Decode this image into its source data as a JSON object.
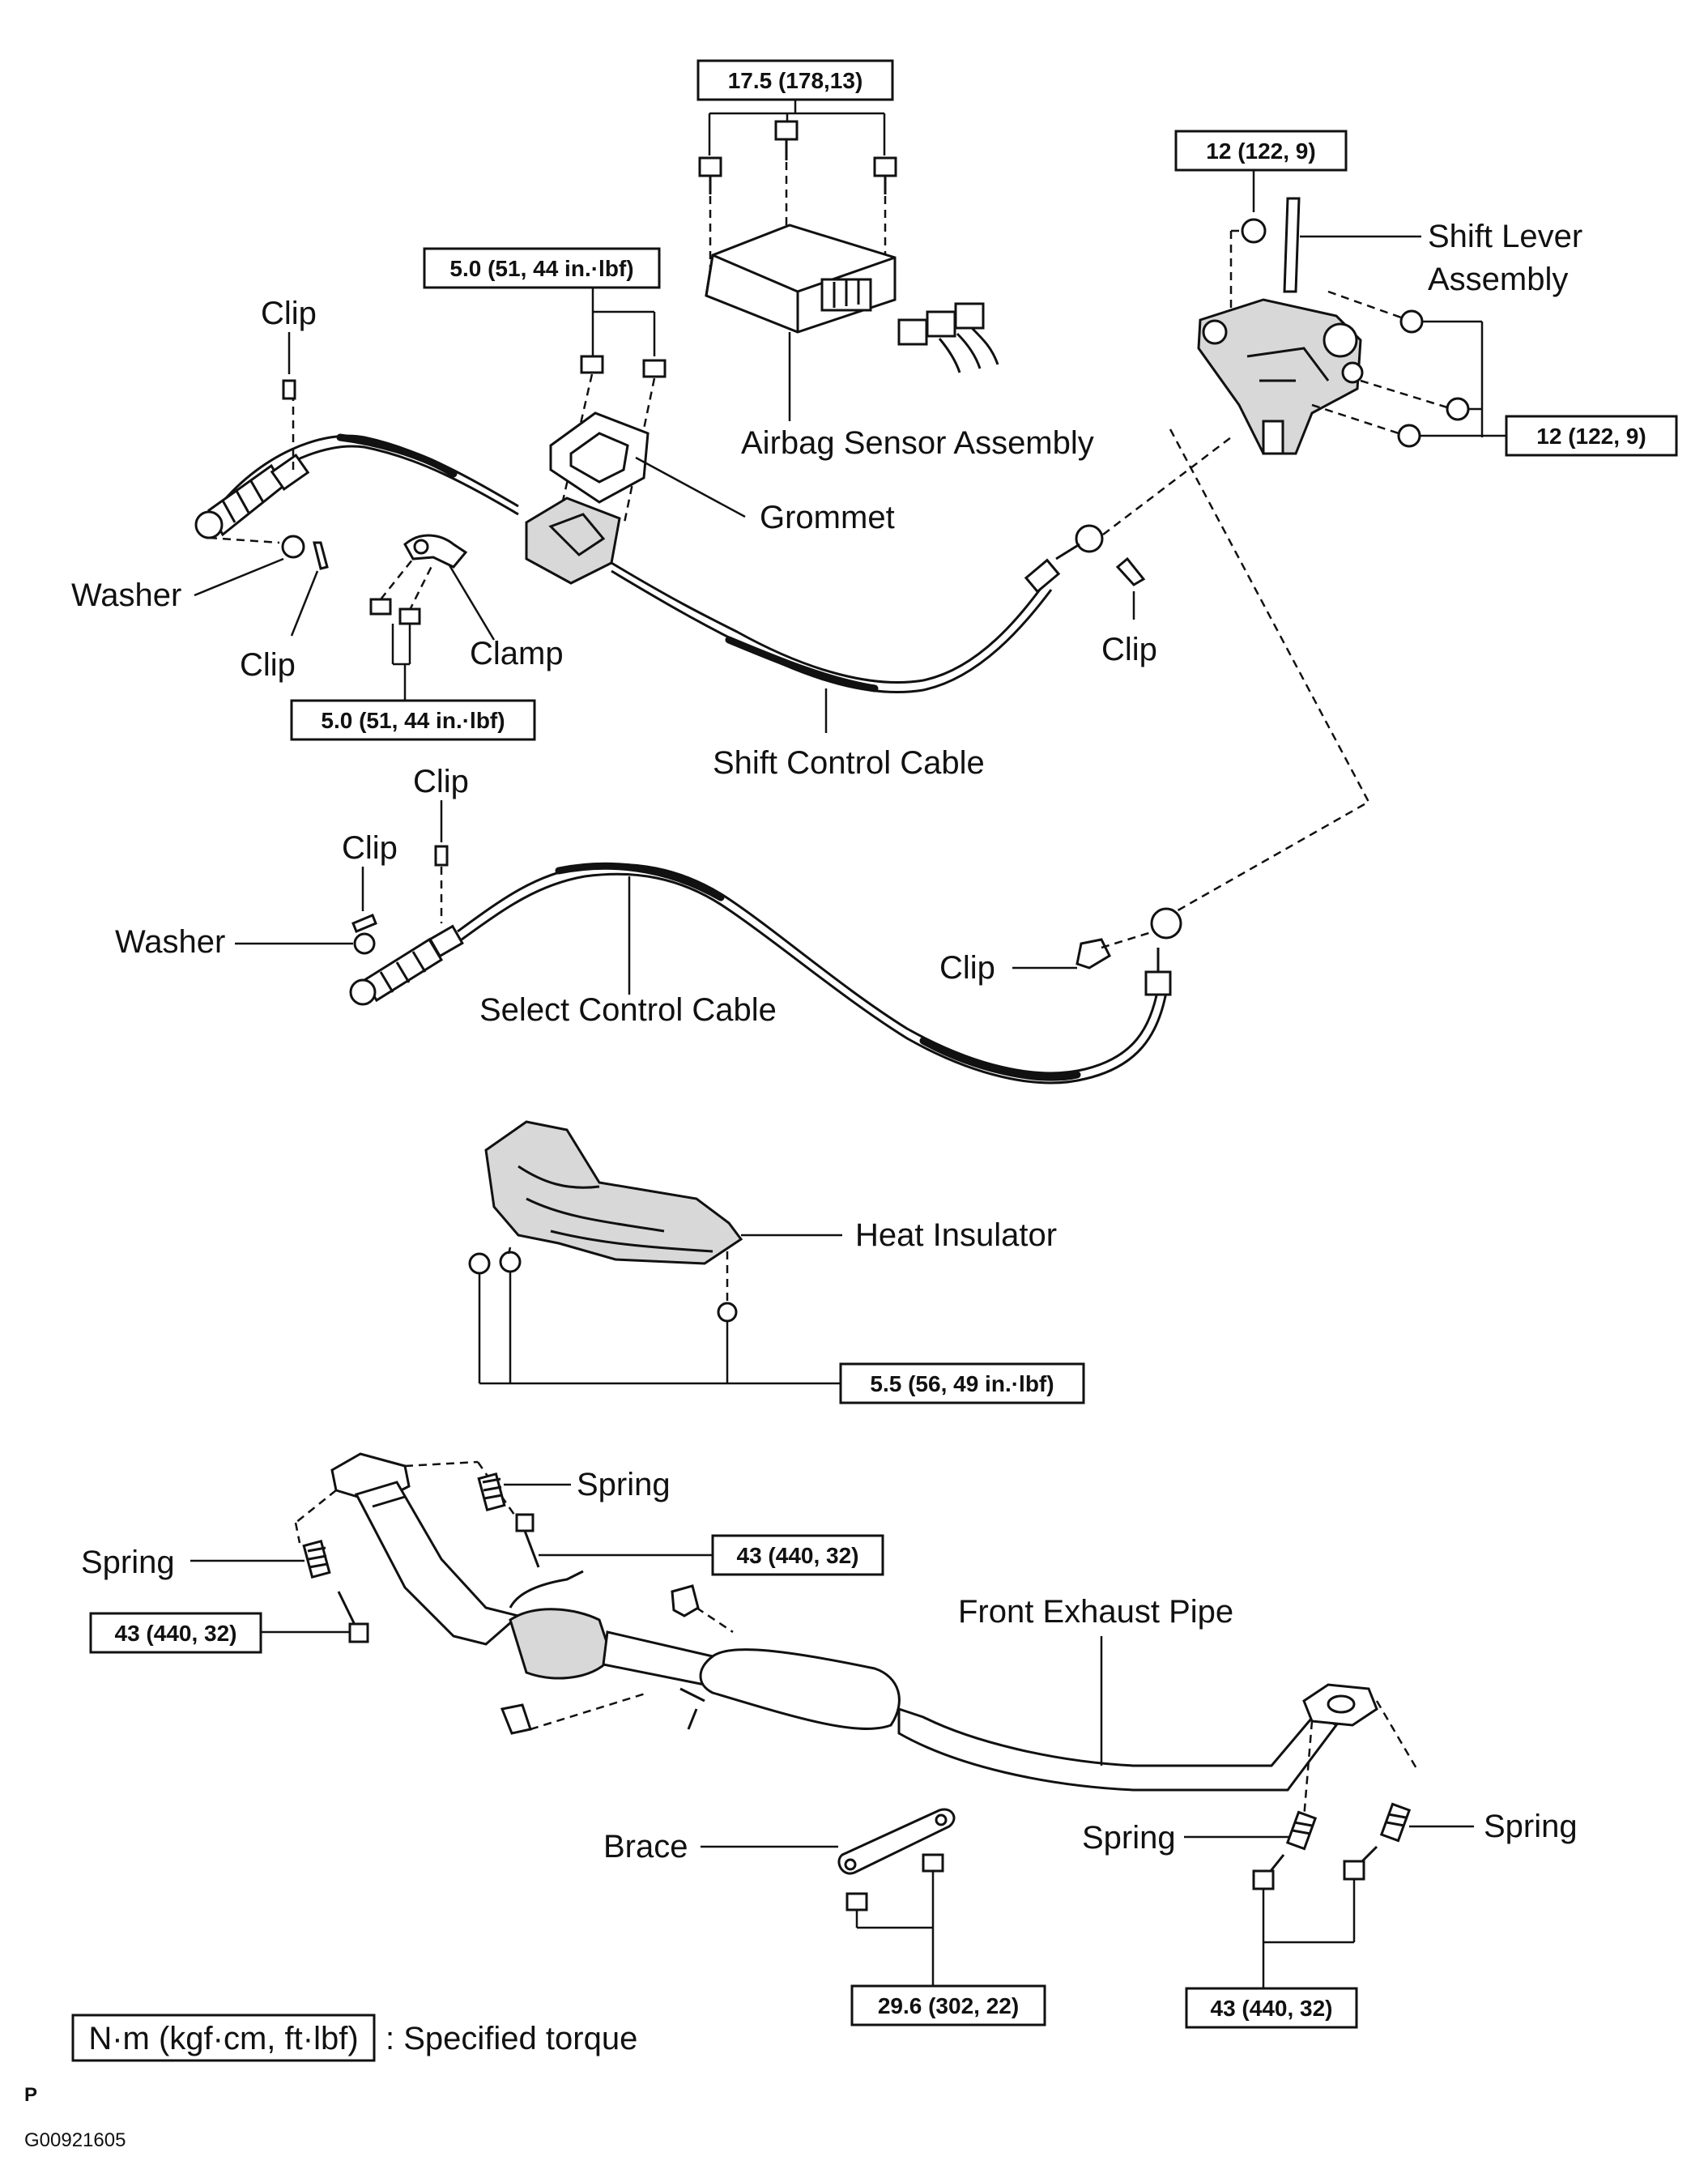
{
  "figure_id": "G00921605",
  "corner_mark": "P",
  "legend": {
    "unit_box": "N·m (kgf·cm, ft·lbf)",
    "description": ": Specified torque"
  },
  "parts": {
    "airbag_sensor": "Airbag Sensor Assembly",
    "shift_lever": [
      "Shift Lever",
      "Assembly"
    ],
    "grommet": "Grommet",
    "washer_upper": "Washer",
    "clip_upper_top": "Clip",
    "clip_upper_low": "Clip",
    "clamp": "Clamp",
    "clip_right": "Clip",
    "shift_cable": "Shift Control Cable",
    "clip_select_a": "Clip",
    "clip_select_b": "Clip",
    "washer_lower": "Washer",
    "select_cable": "Select Control Cable",
    "clip_select_end": "Clip",
    "heat_insulator": "Heat Insulator",
    "spring_top": "Spring",
    "spring_left": "Spring",
    "front_exhaust": "Front Exhaust Pipe",
    "brace": "Brace",
    "spring_rear_a": "Spring",
    "spring_rear_b": "Spring"
  },
  "torques": {
    "airbag": "17.5 (178,13)",
    "shift_lever_top": "12 (122, 9)",
    "shift_lever_side": "12 (122, 9)",
    "grommet": "5.0 (51, 44 in.·lbf)",
    "clamp": "5.0 (51, 44 in.·lbf)",
    "heat_insulator": "5.5 (56, 49 in.·lbf)",
    "exhaust_top": "43 (440, 32)",
    "exhaust_left": "43 (440, 32)",
    "brace": "29.6 (302, 22)",
    "exhaust_rear": "43 (440, 32)"
  }
}
